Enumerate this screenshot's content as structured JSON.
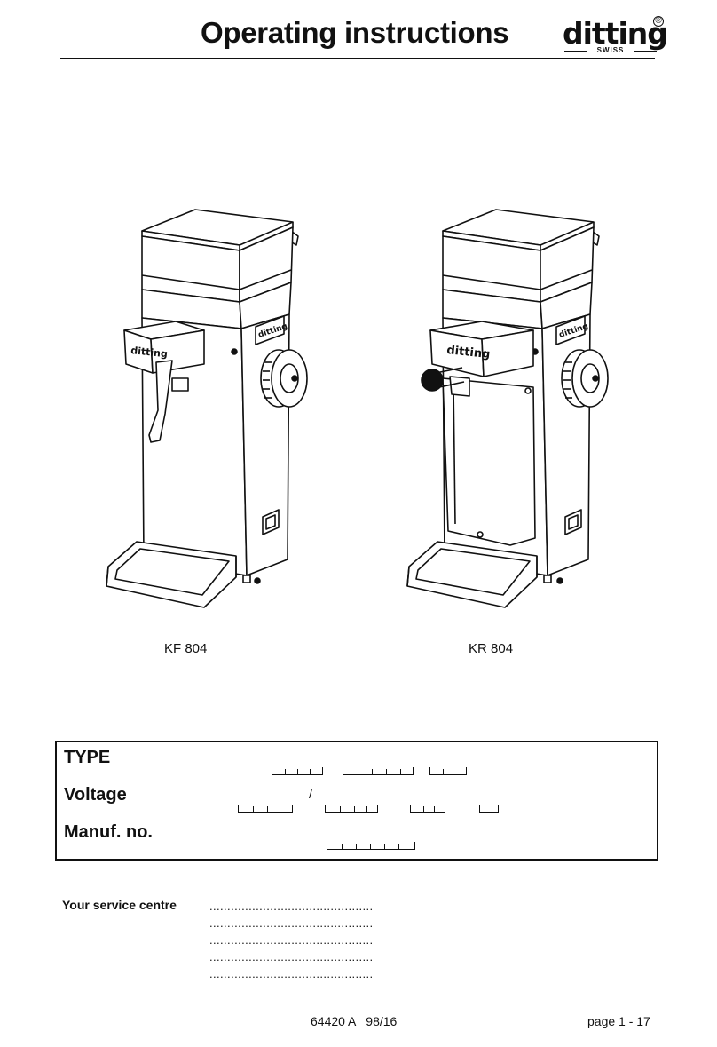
{
  "header": {
    "title": "Operating instructions",
    "logo_text": "ditting",
    "logo_sub": "SWISS",
    "logo_mark": "®"
  },
  "figures": {
    "left_label": "KF 804",
    "right_label": "KR 804",
    "machine_brand": "ditting"
  },
  "info_box": {
    "type_label": "TYPE",
    "voltage_label": "Voltage",
    "voltage_separator": "/",
    "manuf_label": "Manuf. no."
  },
  "service": {
    "label": "Your service centre",
    "lines": [
      "..............................................",
      "..............................................",
      "..............................................",
      "..............................................",
      ".............................................."
    ]
  },
  "footer": {
    "doc_ref": "64420 A   98/16",
    "page": "page 1 - 17"
  }
}
